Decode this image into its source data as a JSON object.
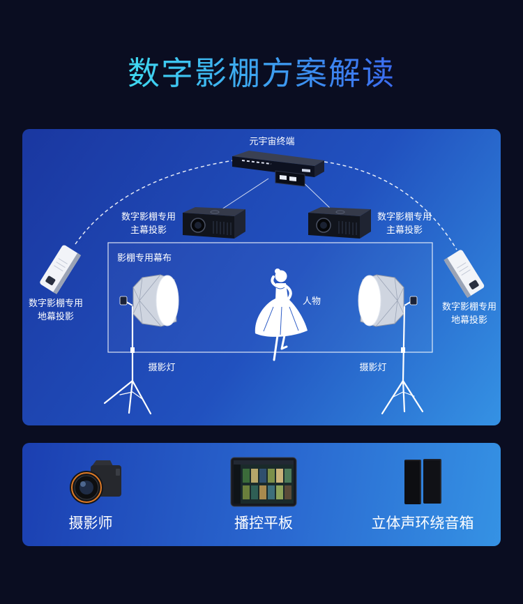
{
  "title": "数字影棚方案解读",
  "diagram": {
    "terminal_label": "元宇宙终端",
    "main_projector_left": {
      "line1": "数字影棚专用",
      "line2": "主幕投影"
    },
    "main_projector_right": {
      "line1": "数字影棚专用",
      "line2": "主幕投影"
    },
    "screen_label": "影棚专用幕布",
    "floor_projector_left": {
      "line1": "数字影棚专用",
      "line2": "地幕投影"
    },
    "floor_projector_right": {
      "line1": "数字影棚专用",
      "line2": "地幕投影"
    },
    "light_left_label": "摄影灯",
    "light_right_label": "摄影灯",
    "person_label": "人物"
  },
  "equipment": [
    {
      "label": "摄影师",
      "icon": "camera-icon"
    },
    {
      "label": "播控平板",
      "icon": "tablet-icon"
    },
    {
      "label": "立体声环绕音箱",
      "icon": "speaker-icon"
    }
  ],
  "colors": {
    "background": "#0a0d21",
    "title_gradient_start": "#3fd8f0",
    "title_gradient_end": "#3b6cf0",
    "panel_start": "#1a37a0",
    "panel_end": "#3592e4"
  }
}
